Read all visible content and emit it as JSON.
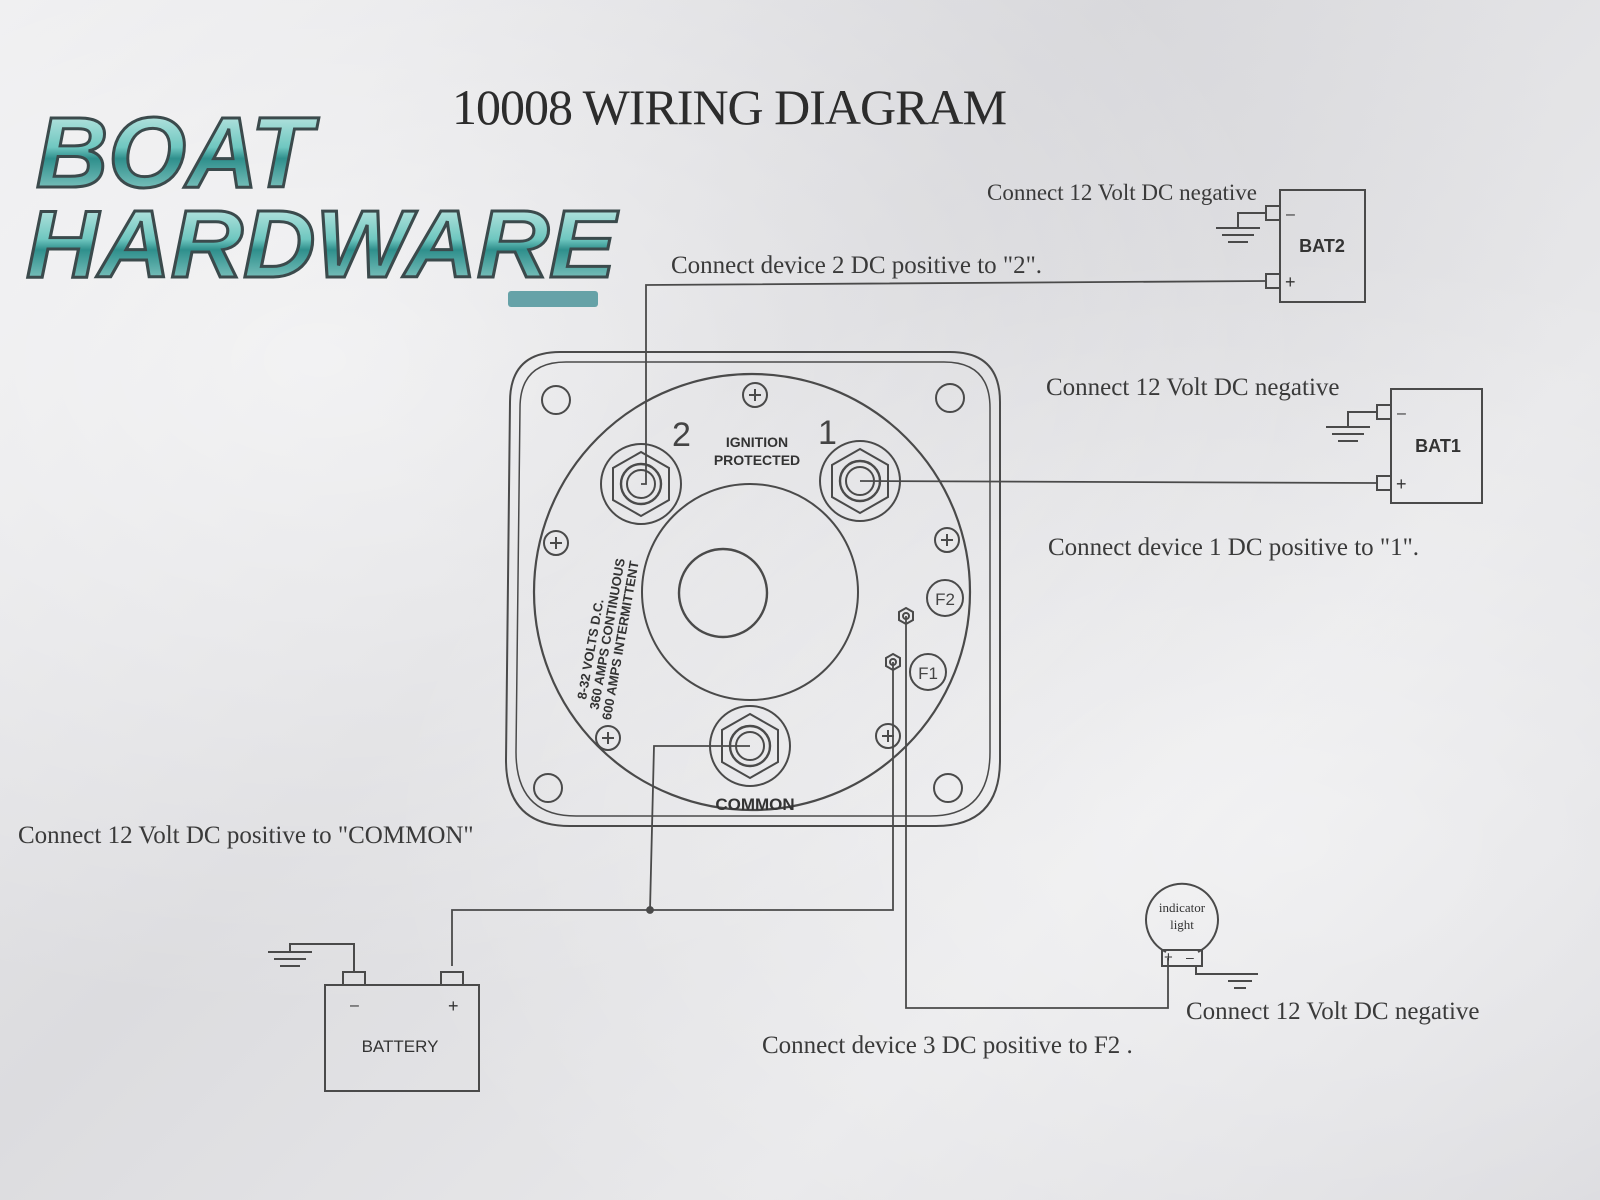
{
  "title": "10008 WIRING DIAGRAM",
  "logo": {
    "line1": "BOAT",
    "line2": "HARDWARE"
  },
  "notes": {
    "bat2_negative": "Connect 12 Volt DC negative",
    "device2": "Connect device 2 DC positive to  \"2\".",
    "bat1_negative": "Connect 12 Volt DC negative",
    "device1": "Connect device 1 DC positive to  \"1\".",
    "common": "Connect 12 Volt DC positive to \"COMMON\"",
    "indicator_negative": "Connect 12 Volt DC negative",
    "device3": "Connect device 3 DC positive to  F2 ."
  },
  "switch": {
    "terminal2": "2",
    "terminal1": "1",
    "ignition1": "IGNITION",
    "ignition2": "PROTECTED",
    "common": "COMMON",
    "f1": "F1",
    "f2": "F2",
    "rating1": "8-32 VOLTS D.C.",
    "rating2": "360 AMPS CONTINUOUS",
    "rating3": "600 AMPS INTERMITTENT"
  },
  "components": {
    "bat2": "BAT2",
    "bat1": "BAT1",
    "battery": "BATTERY",
    "indicator1": "indicator",
    "indicator2": "light",
    "minus": "–",
    "plus": "+"
  }
}
